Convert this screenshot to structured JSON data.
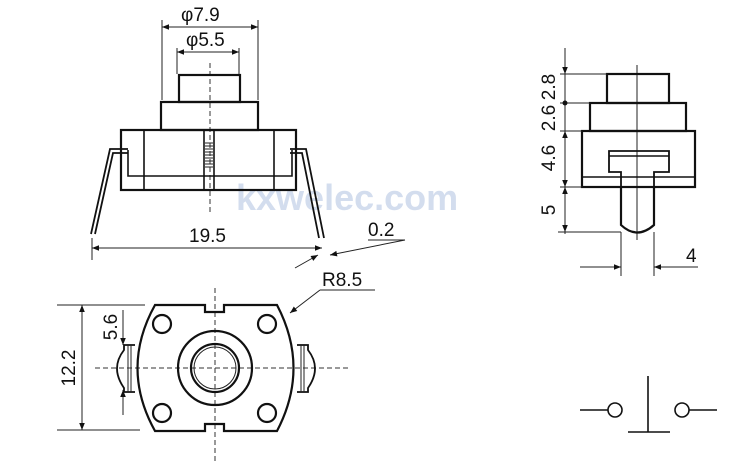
{
  "drawing": {
    "watermark": "kxwelec.com",
    "front_view": {
      "dim_outer_diameter": "φ7.9",
      "dim_button_diameter": "φ5.5",
      "dim_pin_span": "19.5",
      "dim_pin_thickness": "0.2"
    },
    "side_view": {
      "dim_button_height": "2.8",
      "dim_cap_height": "2.6",
      "dim_body_height": "4.6",
      "dim_stem_length": "5",
      "dim_stem_width": "4"
    },
    "bottom_view": {
      "dim_radius": "R8.5",
      "dim_height": "12.2",
      "dim_tab_height": "5.6"
    },
    "symbol": {
      "type": "push-button switch"
    }
  }
}
